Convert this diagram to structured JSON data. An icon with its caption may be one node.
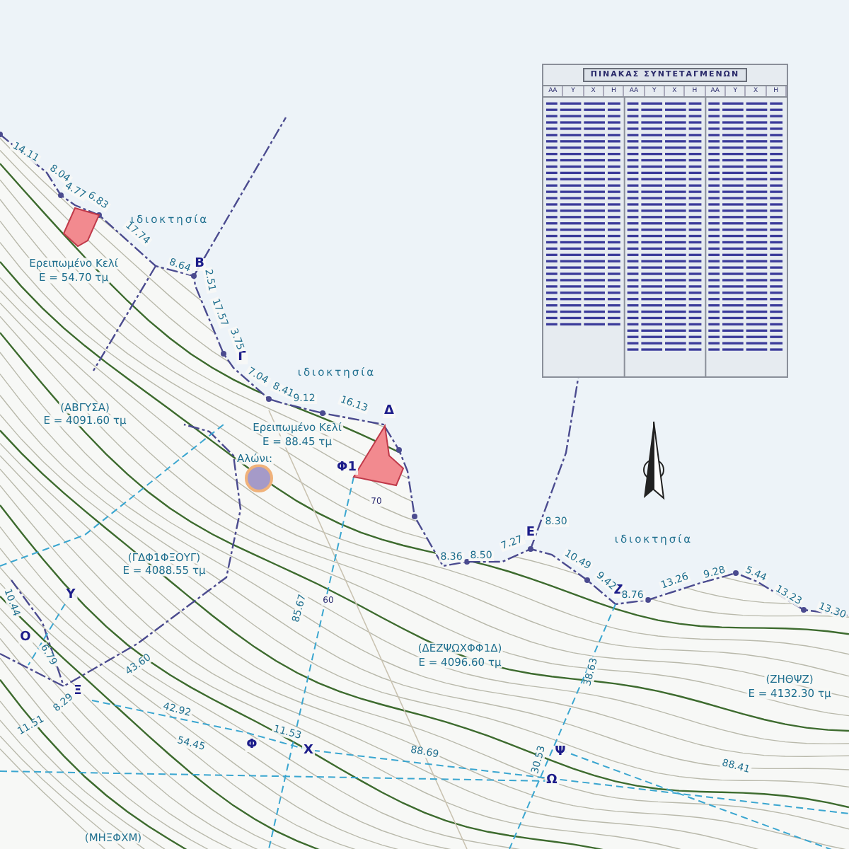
{
  "diagram": {
    "nodes": [
      {
        "text": [
          "ΠΙΝΑΚΑΣ ΣΥΝΤΕΤΑΓΜΕΝΩΝ",
          "ΑΑ",
          "Υ",
          "Χ",
          "Η",
          "ΑΑ",
          "Υ",
          "Χ",
          "Η",
          "ΑΑ",
          "Υ",
          "Χ",
          "Η"
        ]
      }
    ],
    "labels": [
      "ιδιοκτησία",
      "ιδιοκτησία",
      "ιδιοκτησία",
      "Ερειπωμένο Κελί",
      "E = 54.70 τμ",
      "Ερειπωμένο Κελί",
      "E = 88.45 τμ",
      "(ΑΒΓΥΣΑ)",
      "E = 4091.60 τμ",
      "Αλώνι:",
      "(ΓΔΦ1ΦΞΟΥΓ)",
      "E = 4088.55 τμ",
      "(ΔΕΖΨΩΧΦΦ1Δ)",
      "E = 4096.60 τμ",
      "(ΖΗΘΨΖ)",
      "E = 4132.30 τμ",
      "(ΜΗΞΦΧΜ)",
      "Β",
      "Γ",
      "Δ",
      "Φ1",
      "Ε",
      "Ζ",
      "Ξ",
      "Φ",
      "Χ",
      "Ψ",
      "Ω",
      "Υ",
      "Ο",
      "14.11",
      "8.04",
      "4.77",
      "6.83",
      "17.74",
      "8.64",
      "2.51",
      "17.57",
      "3.75",
      "7.04",
      "8.41",
      "9.12",
      "16.13",
      "8.36",
      "8.50",
      "7.27",
      "8.30",
      "10.49",
      "9.42",
      "8.76",
      "13.26",
      "9.28",
      "5.44",
      "13.23",
      "13.30",
      "42.92",
      "54.45",
      "11.53",
      "88.69",
      "88.41",
      "38.63",
      "30.53",
      "10.44",
      "6.79",
      "43.60",
      "11.51",
      "8.29",
      "85.67",
      "70",
      "60"
    ]
  }
}
